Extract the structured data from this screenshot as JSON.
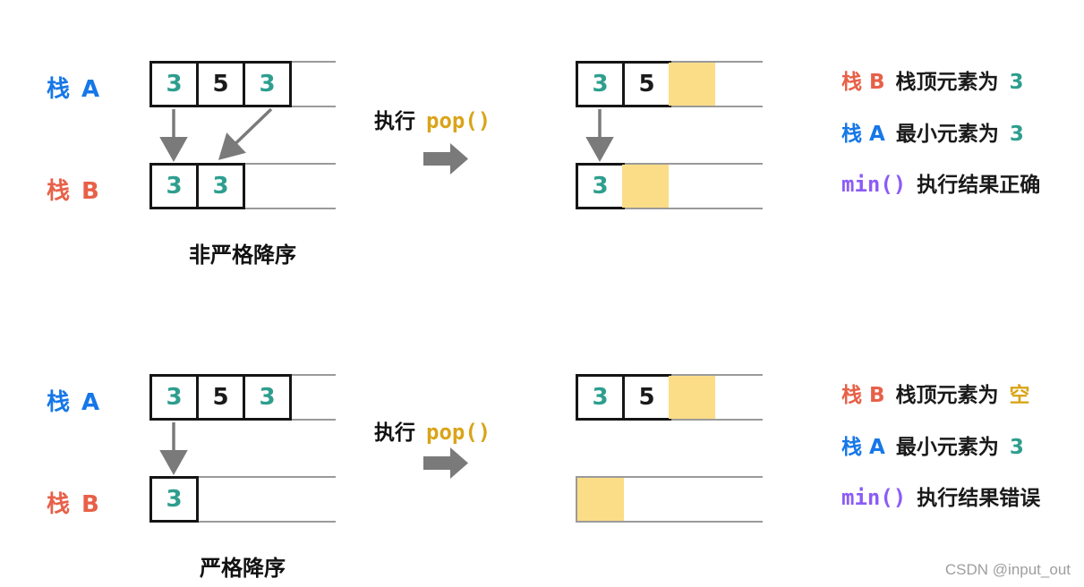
{
  "colors": {
    "stack_a_blue": "#1677e8",
    "stack_b_orange": "#e86048",
    "value_teal": "#2e9e8e",
    "code_gold": "#d9a418",
    "min_purple": "#8b5cf6",
    "highlight_yellow": "#fbdd88",
    "black": "#1a1a1a"
  },
  "panels": [
    {
      "stack_a_label": "栈 A",
      "stack_b_label": "栈 B",
      "before": {
        "a_cells": [
          "3",
          "5",
          "3"
        ],
        "b_cells": [
          "3",
          "3"
        ]
      },
      "action_prefix": "执行",
      "action_code": "pop()",
      "after": {
        "a_cells": [
          "3",
          "5"
        ],
        "b_cells": [
          "3"
        ]
      },
      "caption": "非严格降序",
      "result_line1": {
        "subject": "栈 B",
        "text": "栈顶元素为",
        "value": "3"
      },
      "result_line2": {
        "subject": "栈 A",
        "text": "最小元素为",
        "value": "3"
      },
      "result_line3": {
        "code": "min()",
        "text": "执行结果正确"
      }
    },
    {
      "stack_a_label": "栈 A",
      "stack_b_label": "栈 B",
      "before": {
        "a_cells": [
          "3",
          "5",
          "3"
        ],
        "b_cells": [
          "3"
        ]
      },
      "action_prefix": "执行",
      "action_code": "pop()",
      "after": {
        "a_cells": [
          "3",
          "5"
        ],
        "b_cells": []
      },
      "caption": "严格降序",
      "result_line1": {
        "subject": "栈 B",
        "text": "栈顶元素为",
        "value": "空"
      },
      "result_line2": {
        "subject": "栈 A",
        "text": "最小元素为",
        "value": "3"
      },
      "result_line3": {
        "code": "min()",
        "text": "执行结果错误"
      }
    }
  ],
  "watermark": "CSDN @input_out"
}
